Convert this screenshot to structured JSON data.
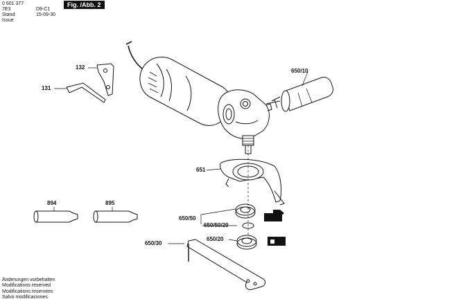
{
  "header": {
    "doc_number": "0 601 377 7E3",
    "stand_label": "Stand",
    "stand_value": "D9-C1",
    "issue_label": "Issue",
    "issue_value": "15-09-30",
    "figure_label": "Fig. /Abb. 2"
  },
  "parts": {
    "p132": "132",
    "p131": "131",
    "p650_10": "650/10",
    "p651": "651",
    "p894": "894",
    "p895": "895",
    "p650_50": "650/50",
    "p650_50_20": "650/50/20",
    "p650_20": "650/20",
    "p650_30": "650/30"
  },
  "footer": {
    "line1": "Änderungen vorbehalten",
    "line2": "Modifications reserved",
    "line3": "Modifications reservees",
    "line4": "Salvo modificaciones"
  }
}
